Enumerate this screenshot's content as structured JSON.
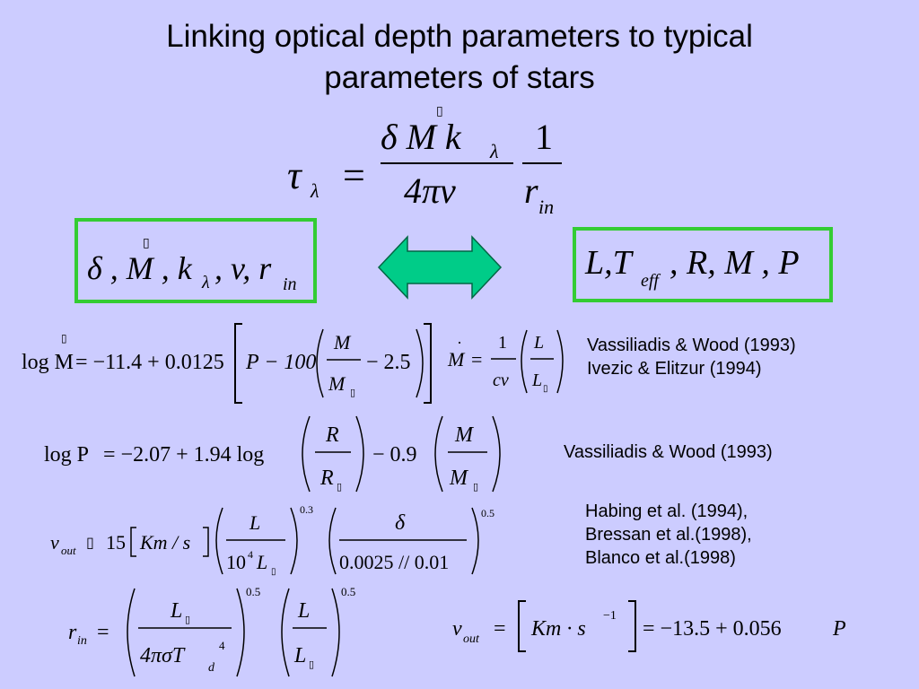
{
  "slide": {
    "title_line1": "Linking optical depth parameters to typical",
    "title_line2": "parameters of stars"
  },
  "main_equation": {
    "lhs": "τ",
    "lhs_sub": "λ",
    "eq": "=",
    "num": "δ M k",
    "num_sub": "λ",
    "den": "4πv",
    "num2": "1",
    "den2": "r",
    "den2_sub": "in"
  },
  "left_box": {
    "text": "δ , M , k",
    "sub": "λ",
    "rest": ", v, r",
    "rest_sub": "in"
  },
  "right_box": {
    "text": "L,T",
    "sub": "eff",
    "rest": ", R, M , P"
  },
  "eq_logM": {
    "lhs": "log M",
    "mid": "= −11.4 + 0.0125",
    "p": "P − 100",
    "frac_num": "M",
    "frac_den": "M",
    "minus": "− 2.5"
  },
  "eq_Mdot": {
    "lhs": "M",
    "eq": "=",
    "num": "1",
    "den": "cv",
    "frac_num": "L",
    "frac_den": "L"
  },
  "eq_logP": {
    "lhs": "log P",
    "mid": "= −2.07 + 1.94 log",
    "frac_num": "R",
    "frac_den": "R",
    "minus": "− 0.9",
    "frac2_num": "M",
    "frac2_den": "M"
  },
  "eq_vout": {
    "lhs": "v",
    "lhs_sub": "out",
    "approx": "15",
    "unit": "Km / s",
    "frac_num": "L",
    "frac_den": "10",
    "frac_den_exp": "4",
    "frac_den_var": "L",
    "exp1": "0.3",
    "frac2_num": "δ",
    "frac2_den": "0.0025 // 0.01",
    "exp2": "0.5"
  },
  "eq_rin": {
    "lhs": "r",
    "lhs_sub": "in",
    "eq": "=",
    "frac_num": "L",
    "frac_den": "4πσT",
    "frac_den_sub": "d",
    "frac_den_exp": "4",
    "exp1": "0.5",
    "frac2_num": "L",
    "frac2_den": "L",
    "exp2": "0.5"
  },
  "eq_vout2": {
    "lhs": "v",
    "lhs_sub": "out",
    "eq": "=",
    "unit": "Km · s",
    "unit_exp": "−1",
    "rhs": "= −13.5 + 0.056",
    "rhs_var": "P"
  },
  "references": {
    "r1_line1": "Vassiliadis & Wood (1993)",
    "r1_line2": "Ivezic & Elitzur (1994)",
    "r2": "Vassiliadis & Wood (1993)",
    "r3_line1": "Habing et al. (1994),",
    "r3_line2": "Bressan et al.(1998),",
    "r3_line3": "Blanco et al.(1998)"
  },
  "colors": {
    "background": "#ccccff",
    "box_border": "#33cc33",
    "arrow_fill": "#00cc88"
  }
}
